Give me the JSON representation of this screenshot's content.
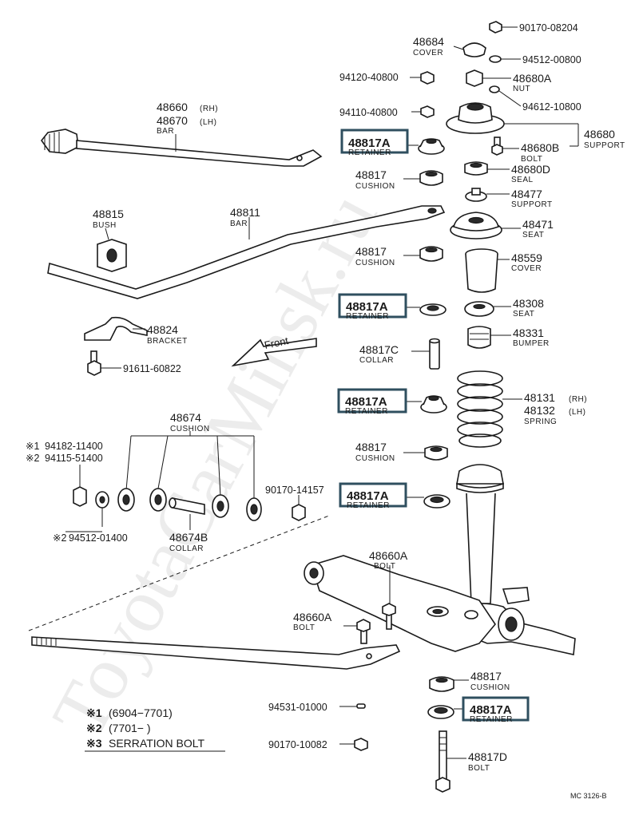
{
  "watermark": "ToyotaCarMinsk.ru",
  "front_label": "Front",
  "drawing_code": "MC 3126-B",
  "highlight_color": "#2f4f5f",
  "parts": {
    "p90170_08204": {
      "number": "90170-08204"
    },
    "p48684": {
      "number": "48684",
      "desc": "COVER"
    },
    "p94512_00800": {
      "number": "94512-00800"
    },
    "p94120_40800": {
      "number": "94120-40800"
    },
    "p48680A_nut": {
      "number": "48680A",
      "desc": "NUT"
    },
    "p94612_10800": {
      "number": "94612-10800"
    },
    "p94110_40800": {
      "number": "94110-40800"
    },
    "p48680": {
      "number": "48680",
      "desc": "SUPPORT"
    },
    "p48680B": {
      "number": "48680B",
      "desc": "BOLT"
    },
    "p48660_48670": {
      "number_rh": "48660",
      "rh": "(RH)",
      "number_lh": "48670",
      "lh": "(LH)",
      "desc": "BAR"
    },
    "ret1": {
      "number": "48817A",
      "desc": "RETAINER"
    },
    "p48817_1": {
      "number": "48817",
      "desc": "CUSHION"
    },
    "p48680D": {
      "number": "48680D",
      "desc": "SEAL"
    },
    "p48477": {
      "number": "48477",
      "desc": "SUPPORT"
    },
    "p48815": {
      "number": "48815",
      "desc": "BUSH"
    },
    "p48811": {
      "number": "48811",
      "desc": "BAR"
    },
    "p48471": {
      "number": "48471",
      "desc": "SEAT"
    },
    "p48817_2": {
      "number": "48817",
      "desc": "CUSHION"
    },
    "p48559": {
      "number": "48559",
      "desc": "COVER"
    },
    "ret2": {
      "number": "48817A",
      "desc": "RETAINER"
    },
    "p48308": {
      "number": "48308",
      "desc": "SEAT"
    },
    "p48824": {
      "number": "48824",
      "desc": "BRACKET"
    },
    "p48331": {
      "number": "48331",
      "desc": "BUMPER"
    },
    "p48817C": {
      "number": "48817C",
      "desc": "COLLAR"
    },
    "p91611_60822": {
      "number": "91611-60822"
    },
    "ret3": {
      "number": "48817A",
      "desc": "RETAINER"
    },
    "p48131_48132": {
      "number_rh": "48131",
      "rh": "(RH)",
      "number_lh": "48132",
      "lh": "(LH)",
      "desc": "SPRING"
    },
    "p48674": {
      "number": "48674",
      "desc": "CUSHION"
    },
    "p94182_11400": {
      "mark": "※1",
      "number": "94182-11400"
    },
    "p94115_51400": {
      "mark": "※2",
      "number": "94115-51400"
    },
    "p48817_3": {
      "number": "48817",
      "desc": "CUSHION"
    },
    "p90170_14157": {
      "number": "90170-14157"
    },
    "ret4": {
      "number": "48817A",
      "desc": "RETAINER"
    },
    "p94512_01400": {
      "mark": "※2",
      "number": "94512-01400"
    },
    "p48674B": {
      "number": "48674B",
      "desc": "COLLAR"
    },
    "p48660A_bolt": {
      "number": "48660A",
      "desc": "BOLT"
    },
    "p48660A_bolt2": {
      "number": "48660A",
      "desc": "BOLT"
    },
    "p48817_4": {
      "number": "48817",
      "desc": "CUSHION"
    },
    "p94531_01000": {
      "number": "94531-01000"
    },
    "ret5": {
      "number": "48817A",
      "desc": "RETAINER"
    },
    "p90170_10082": {
      "number": "90170-10082"
    },
    "p48817D": {
      "number": "48817D",
      "desc": "BOLT"
    }
  },
  "notes": {
    "n1": {
      "mark": "※1",
      "text": "(6904−7701)"
    },
    "n2": {
      "mark": "※2",
      "text": "(7701−        )"
    },
    "n3": {
      "mark": "※3",
      "text": "SERRATION BOLT"
    }
  }
}
